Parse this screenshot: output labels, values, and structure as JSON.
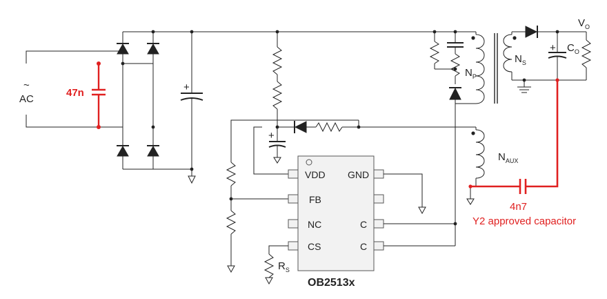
{
  "colors": {
    "wire": "#222222",
    "accent": "#e02020",
    "chip_fill": "#f2f2f2"
  },
  "labels": {
    "ac_tilde": "~",
    "ac": "AC",
    "cap_x": "47n",
    "np": "N",
    "np_sub": "P",
    "ns": "N",
    "ns_sub": "S",
    "naux": "N",
    "naux_sub": "AUX",
    "vo": "V",
    "vo_sub": "O",
    "co": "C",
    "co_sub": "O",
    "rs": "R",
    "rs_sub": "S",
    "y2_value": "4n7",
    "y2_text": "Y2 approved capacitor",
    "plus": "+"
  },
  "chip": {
    "name": "OB2513x",
    "left_pins": [
      "VDD",
      "FB",
      "NC",
      "CS"
    ],
    "right_pins": [
      "GND",
      "",
      "C",
      "C"
    ]
  }
}
